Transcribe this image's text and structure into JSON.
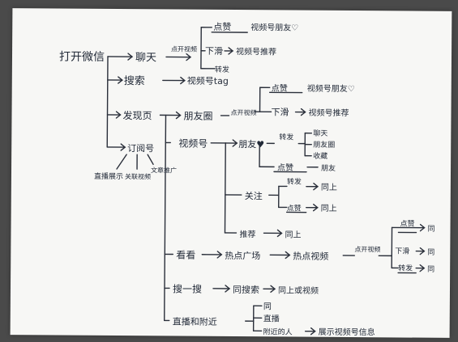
{
  "mindmap": {
    "root": "打开微信",
    "chat": "聊天",
    "chat_action": "点开视频",
    "chat_like": "点赞",
    "chat_like_result": "视频号朋友♡",
    "chat_down": "下滑",
    "chat_down_result": "视频号推荐",
    "chat_share": "转发",
    "search": "搜索",
    "search_result": "视频号tag",
    "discover": "发现页",
    "moments": "朋友圈",
    "moments_action": "点开视频",
    "moments_like": "点赞",
    "moments_like_result": "视频号朋友♡",
    "moments_down": "下滑",
    "moments_down_result": "视频号推荐",
    "channels": "视频号",
    "friends": "朋友♥",
    "friends_share": "转发",
    "friends_share_targets": [
      "聊天",
      "朋友圈",
      "收藏"
    ],
    "friends_like": "点赞",
    "friends_like_result": "朋友",
    "follow": "关注",
    "follow_share": "转发",
    "follow_share_result": "同上",
    "follow_like": "点赞",
    "follow_like_result": "同上",
    "recommend": "推荐",
    "recommend_result": "同上",
    "subscription": "订阅号",
    "sub_children": [
      "直播展示",
      "关联视频",
      "文章推广"
    ],
    "topstories": "看看",
    "topstories_square": "热点广场",
    "topstories_video": "热点视频",
    "topstories_action": "点开视频",
    "topstories_like": "点赞",
    "topstories_like_result": "同",
    "topstories_down": "下滑",
    "topstories_down_result": "同",
    "topstories_share": "转发",
    "topstories_share_result": "同",
    "search2": "搜一搜",
    "search2_result": "同搜索",
    "search2_result2": "同上或视频",
    "live": "直播和附近",
    "live_same": "同",
    "live_stream": "直播",
    "live_nearby": "附近的人",
    "live_nearby_result": "展示视频号信息"
  }
}
